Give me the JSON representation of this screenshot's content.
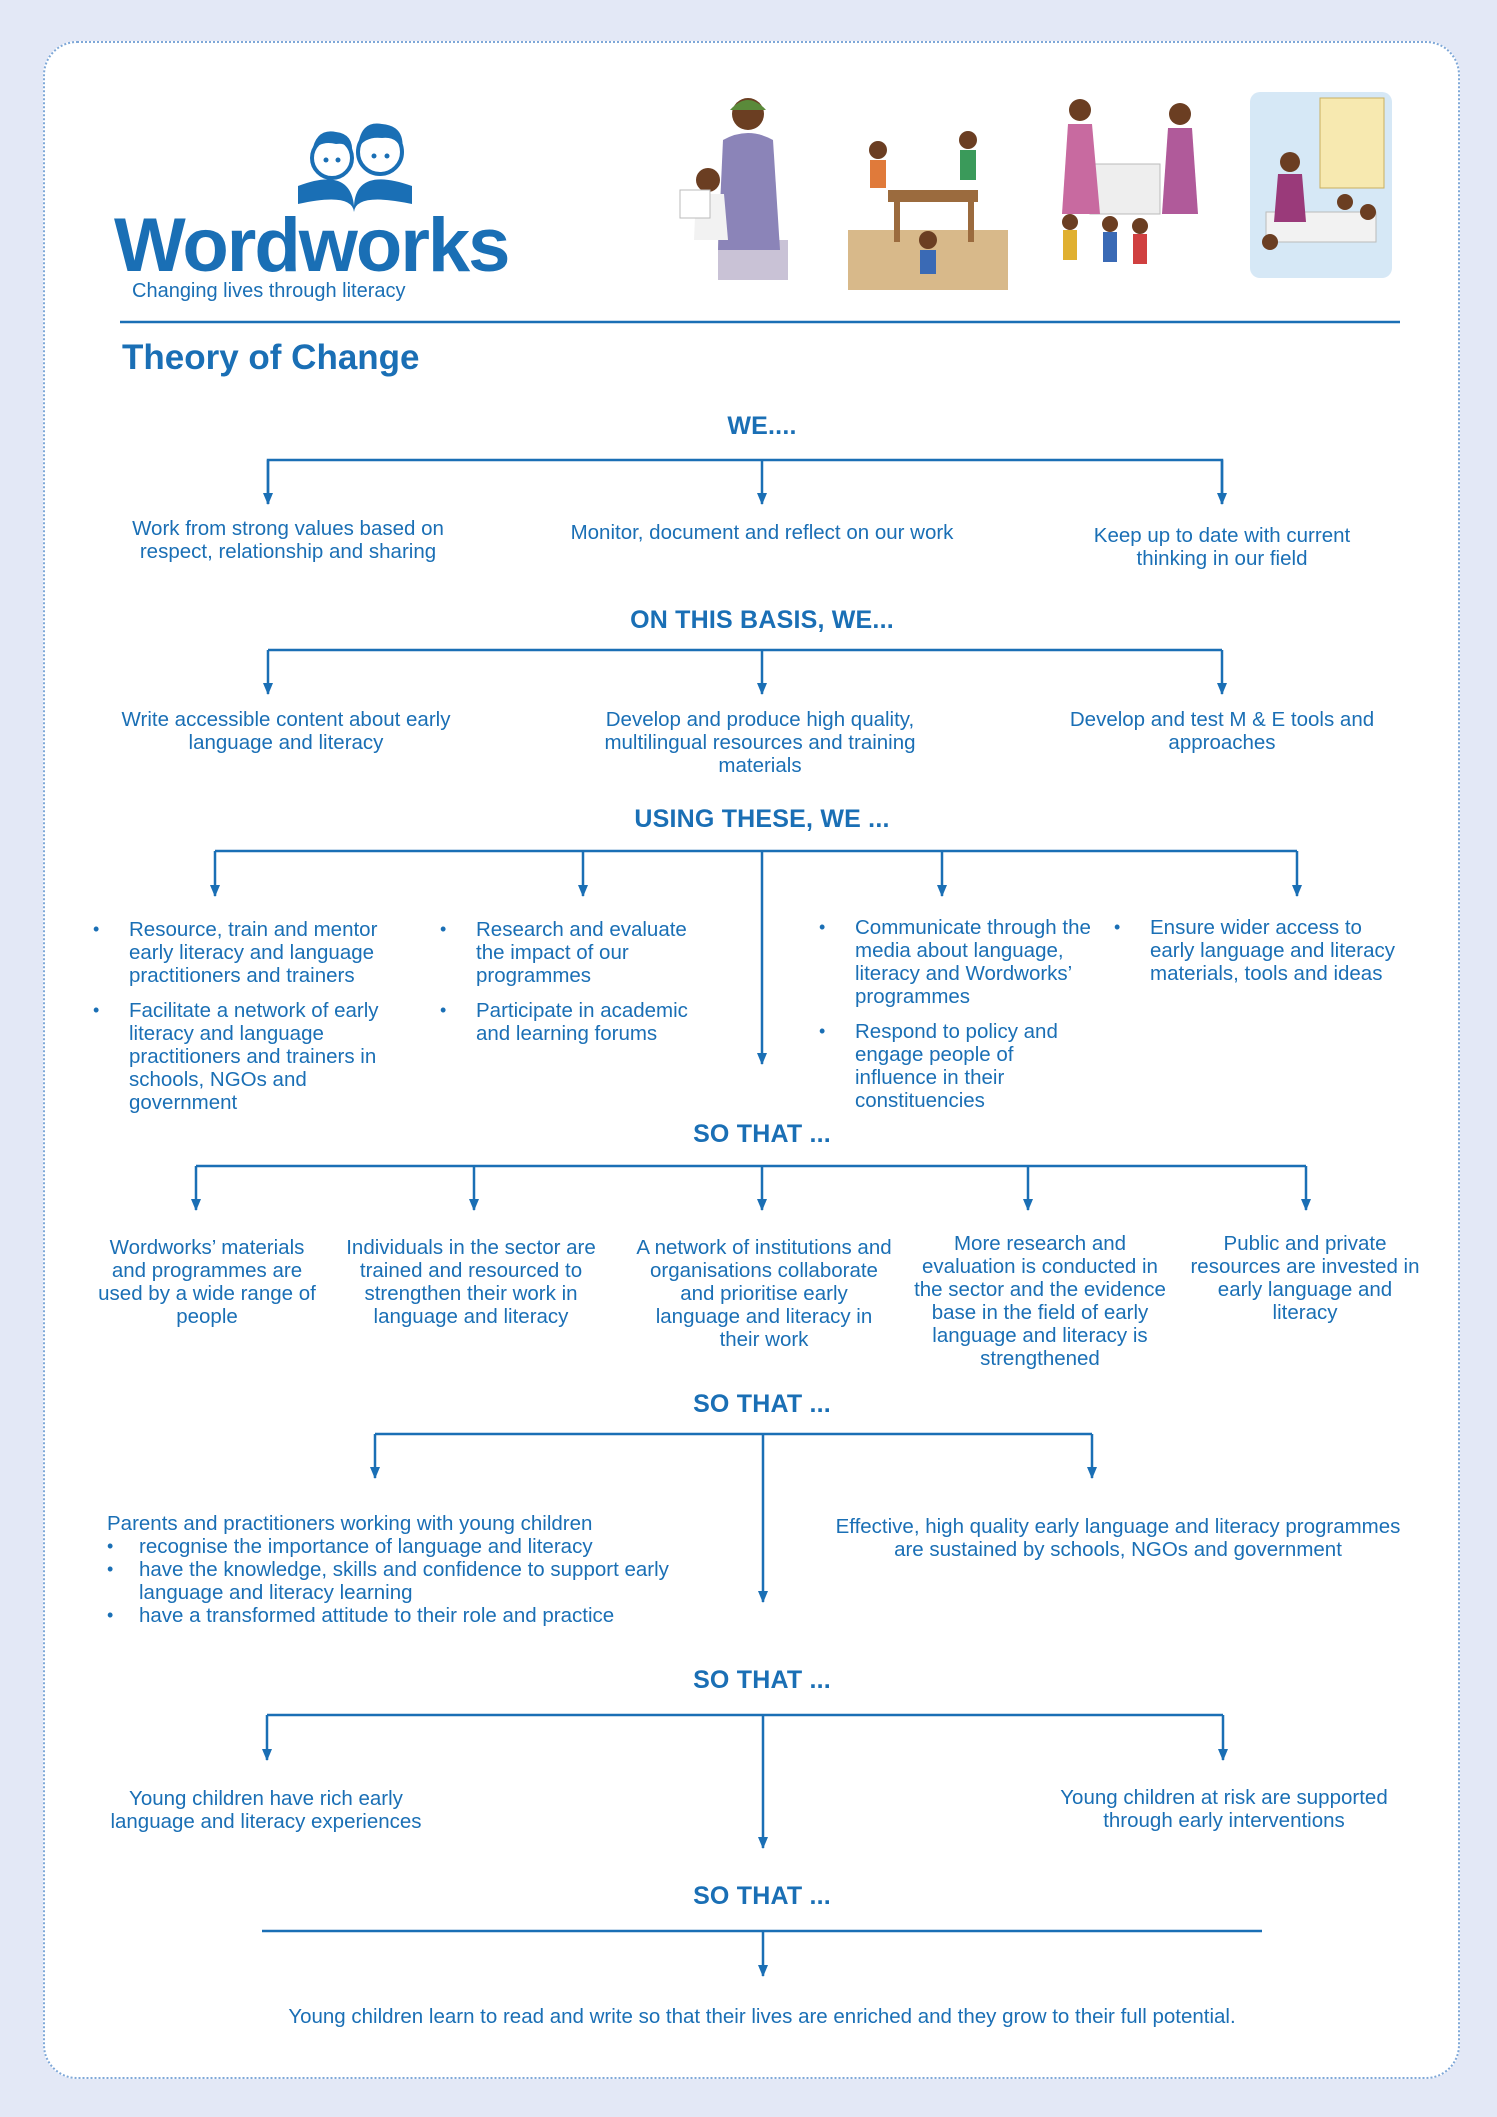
{
  "logo": {
    "name": "Wordworks",
    "tagline": "Changing lives through literacy"
  },
  "page_title": "Theory of Change",
  "sections": {
    "we": {
      "header": "WE....",
      "items": [
        "Work from strong values based on respect, relationship and sharing",
        "Monitor, document and reflect on our work",
        "Keep up to date with current thinking in our field"
      ]
    },
    "basis": {
      "header": "ON THIS BASIS, WE...",
      "items": [
        "Write accessible content about early language  and literacy",
        "Develop  and produce  high quality, multilingual  resources and training materials",
        "Develop and test M & E tools and approaches"
      ]
    },
    "using": {
      "header": "USING THESE, WE ...",
      "col1": [
        "Resource, train and mentor early literacy and language practitioners and trainers",
        "Facilitate a network of early literacy and language practitioners and trainers in schools, NGOs and government"
      ],
      "col2": [
        "Research and evaluate the impact of our programmes",
        "Participate in academic and learning forums"
      ],
      "col3": [
        "Communicate through the media about language,  literacy and Wordworks’ programmes",
        "Respond  to policy and engage people of influence in their constituencies"
      ],
      "col4": [
        "Ensure wider access to early language and literacy materials, tools and ideas"
      ]
    },
    "so_that_1": {
      "header": "SO THAT ...",
      "items": [
        "Wordworks’ materials and programmes are used by a wide range of people",
        "Individuals  in the sector are trained and resourced to strengthen  their work in language and literacy",
        "A network of institutions and organisations collaborate  and prioritise early language  and literacy in their work",
        "More research and evaluation is conducted in the sector and the evidence  base in the field of early language  and literacy is strengthened",
        "Public and private resources are invested in early language and literacy"
      ]
    },
    "so_that_2": {
      "header": "SO THAT ...",
      "left_intro": "Parents and practitioners  working with young children",
      "left_bullets": [
        "recognise the importance  of language  and literacy",
        "have the knowledge,  skills and confidence to support early language  and literacy learning",
        "have a transformed  attitude to their role and practice"
      ],
      "right": "Effective, high quality early language  and literacy programmes are sustained by schools, NGOs and government"
    },
    "so_that_3": {
      "header": "SO THAT ...",
      "left": "Young children have rich early language  and literacy experiences",
      "right": "Young children at risk are supported through early interventions"
    },
    "so_that_4": {
      "header": "SO THAT ...",
      "final": "Young children learn to read and write so that their lives are enriched and they grow to their full potential."
    }
  },
  "colors": {
    "brand_blue": "#1a6fb5",
    "page_background": "#e3e8f6",
    "card_background": "#ffffff"
  },
  "illustrations": [
    "woman-reading-to-child-illustration",
    "children-playing-at-table-illustration",
    "women-with-children-illustration",
    "teacher-with-children-illustration"
  ]
}
